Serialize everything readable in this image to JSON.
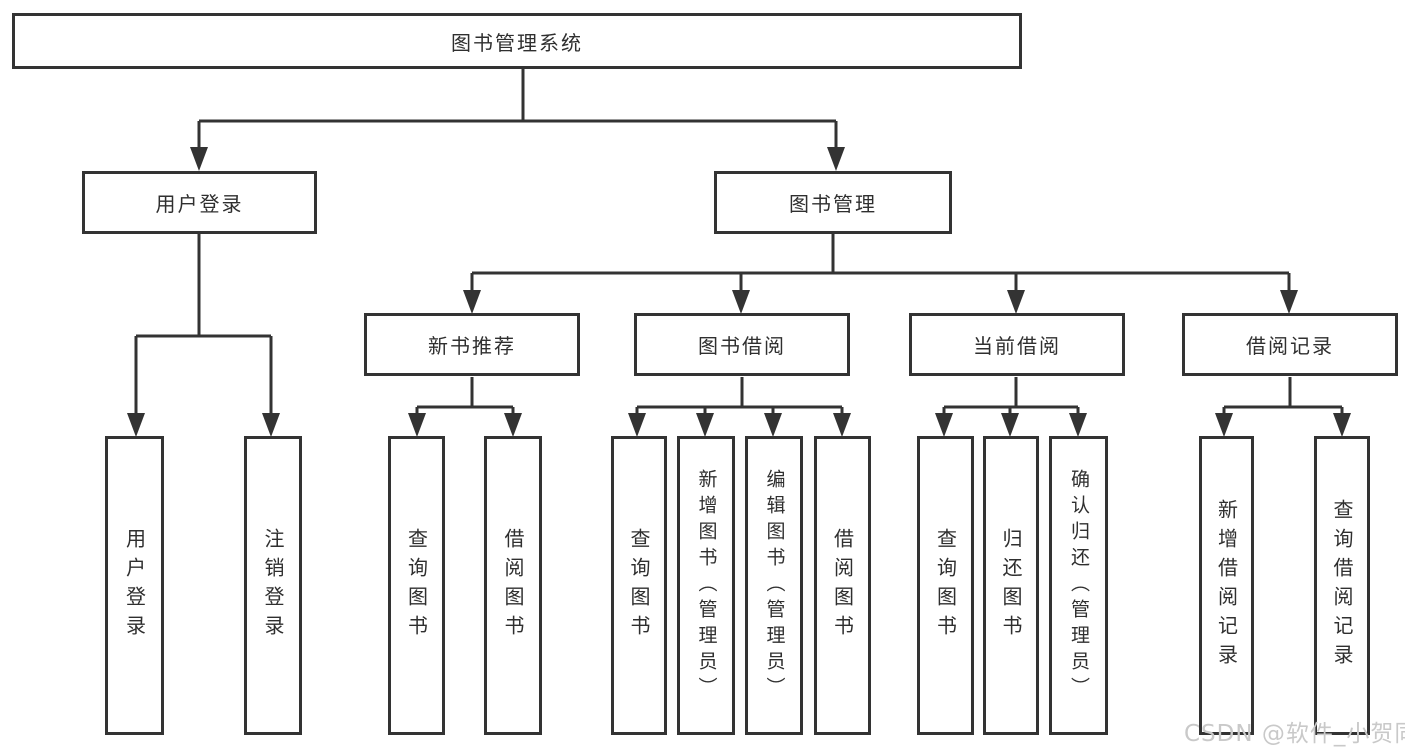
{
  "diagram": {
    "root": {
      "label": "图书管理系统"
    },
    "level2": [
      {
        "label": "用户登录"
      },
      {
        "label": "图书管理"
      }
    ],
    "level3": [
      {
        "label": "新书推荐"
      },
      {
        "label": "图书借阅"
      },
      {
        "label": "当前借阅"
      },
      {
        "label": "借阅记录"
      }
    ],
    "leaves": [
      {
        "label": "用户登录"
      },
      {
        "label": "注销登录"
      },
      {
        "label": "查询图书"
      },
      {
        "label": "借阅图书"
      },
      {
        "label": "查询图书"
      },
      {
        "label": "新增图书（管理员）"
      },
      {
        "label": "编辑图书（管理员）"
      },
      {
        "label": "借阅图书"
      },
      {
        "label": "查询图书"
      },
      {
        "label": "归还图书"
      },
      {
        "label": "确认归还（管理员）"
      },
      {
        "label": "新增借阅记录"
      },
      {
        "label": "查询借阅记录"
      }
    ]
  },
  "watermark": {
    "text": "CSDN @软件_小贺同学",
    "color": "#c9c9c9"
  },
  "colors": {
    "line": "#333333",
    "text": "#2f2f2f",
    "background": "#ffffff",
    "box_fill": "#ffffff"
  }
}
